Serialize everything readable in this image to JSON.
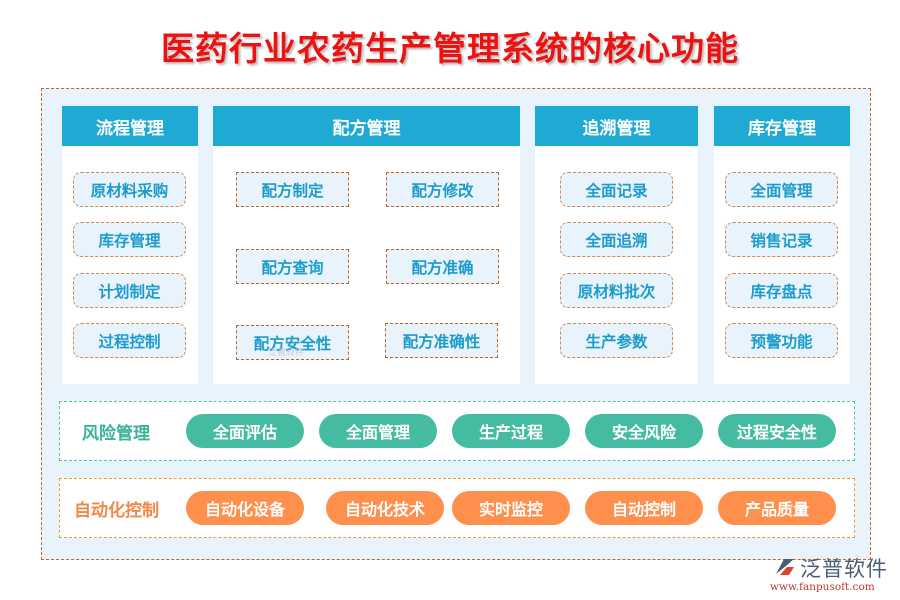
{
  "title": "医药行业农药生产管理系统的核心功能",
  "columns": [
    {
      "header": "流程管理",
      "items": [
        "原材料采购",
        "库存管理",
        "计划制定",
        "过程控制"
      ]
    },
    {
      "header": "配方管理",
      "items": [
        "配方制定",
        "配方修改",
        "配方查询",
        "配方准确",
        "配方安全性",
        "配方准确性"
      ]
    },
    {
      "header": "追溯管理",
      "items": [
        "全面记录",
        "全面追溯",
        "原材料批次",
        "生产参数"
      ]
    },
    {
      "header": "库存管理",
      "items": [
        "全面管理",
        "销售记录",
        "库存盘点",
        "预警功能"
      ]
    }
  ],
  "risk": {
    "label": "风险管理",
    "items": [
      "全面评估",
      "全面管理",
      "生产过程",
      "安全风险",
      "过程安全性"
    ]
  },
  "automation": {
    "label": "自动化控制",
    "items": [
      "自动化设备",
      "自动化技术",
      "实时监控",
      "自动控制",
      "产品质量"
    ]
  },
  "watermark": "泛普软件",
  "logo": {
    "name": "泛普软件",
    "url": "www.fanpusoft.com",
    "icon": "fanpu-logo-icon"
  },
  "colors": {
    "title": "#ee1111",
    "header": "#1faad4",
    "item_text": "#1d9ccb",
    "risk": "#45bca1",
    "automation": "#ff8f4c",
    "outer_border": "#c8651e"
  }
}
